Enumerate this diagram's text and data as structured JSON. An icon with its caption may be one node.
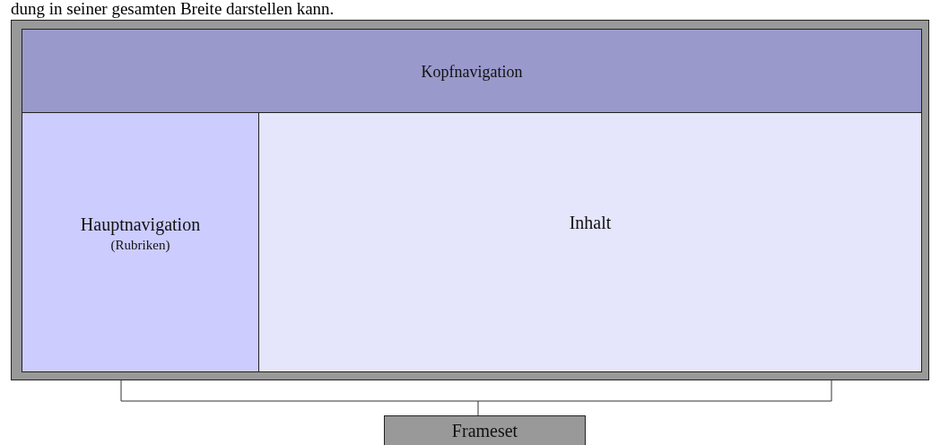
{
  "diagram": {
    "nodes": [
      {
        "text": [],
        "shape": "box"
      },
      {
        "text": [
          "Kopfnavigation"
        ],
        "in": 0
      },
      {
        "text": [
          "Hauptnavigation",
          "(Rubriken)"
        ],
        "in": 0
      },
      {
        "text": [
          "Inhalt"
        ],
        "in": 0
      },
      {
        "text": [
          "Frameset"
        ]
      }
    ],
    "edges": [],
    "labels": [
      "dung in seiner gesamten Breite darstellen kann."
    ]
  }
}
